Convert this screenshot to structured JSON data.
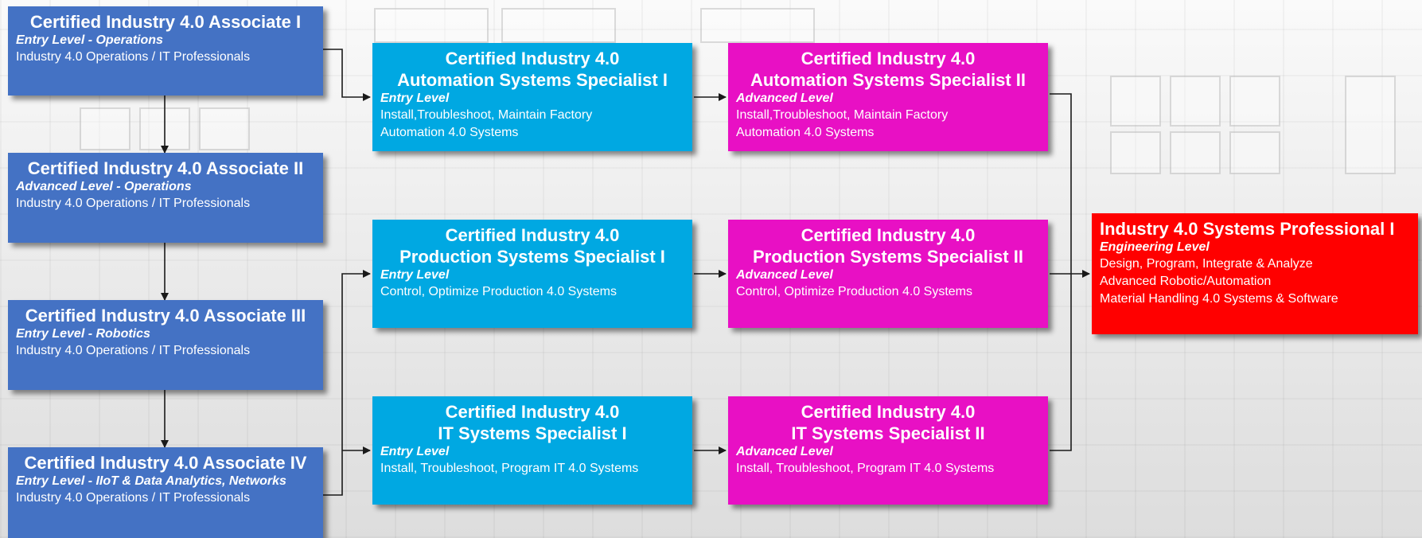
{
  "colors": {
    "associate": "#4472c4",
    "specialist_1": "#00a8e2",
    "specialist_2": "#e810c4",
    "professional": "#ff0000",
    "connector": "#1a1a1a"
  },
  "associates": [
    {
      "title": "Certified Industry 4.0 Associate I",
      "level": "Entry Level - Operations",
      "desc": "Industry 4.0 Operations / IT Professionals"
    },
    {
      "title": "Certified Industry 4.0 Associate II",
      "level": "Advanced Level - Operations",
      "desc": "Industry 4.0 Operations / IT Professionals"
    },
    {
      "title": "Certified Industry 4.0 Associate III",
      "level": "Entry Level - Robotics",
      "desc": "Industry 4.0 Operations / IT Professionals"
    },
    {
      "title": "Certified Industry 4.0 Associate IV",
      "level": "Entry Level - IIoT & Data Analytics, Networks",
      "desc": "Industry 4.0 Operations / IT Professionals"
    }
  ],
  "specialists_1": [
    {
      "title_1": "Certified Industry 4.0",
      "title_2": "Automation Systems Specialist I",
      "level": "Entry Level",
      "desc_1": "Install,Troubleshoot, Maintain Factory",
      "desc_2": "Automation 4.0 Systems"
    },
    {
      "title_1": "Certified Industry 4.0",
      "title_2": "Production Systems Specialist I",
      "level": "Entry Level",
      "desc_1": "Control, Optimize Production 4.0 Systems",
      "desc_2": ""
    },
    {
      "title_1": "Certified Industry 4.0",
      "title_2": "IT Systems Specialist I",
      "level": "Entry Level",
      "desc_1": "Install, Troubleshoot, Program IT 4.0 Systems",
      "desc_2": ""
    }
  ],
  "specialists_2": [
    {
      "title_1": "Certified Industry 4.0",
      "title_2": "Automation Systems Specialist II",
      "level": "Advanced Level",
      "desc_1": "Install,Troubleshoot, Maintain Factory",
      "desc_2": "Automation  4.0 Systems"
    },
    {
      "title_1": "Certified Industry 4.0",
      "title_2": "Production Systems Specialist II",
      "level": "Advanced Level",
      "desc_1": "Control, Optimize Production 4.0 Systems",
      "desc_2": ""
    },
    {
      "title_1": "Certified Industry 4.0",
      "title_2": "IT Systems Specialist II",
      "level": "Advanced Level",
      "desc_1": "Install, Troubleshoot, Program IT 4.0 Systems",
      "desc_2": ""
    }
  ],
  "professional": {
    "title": "Industry 4.0 Systems Professional I",
    "level": "Engineering Level",
    "desc_1": "Design, Program, Integrate &  Analyze",
    "desc_2": "Advanced Robotic/Automation",
    "desc_3": "Material Handling 4.0 Systems & Software"
  }
}
